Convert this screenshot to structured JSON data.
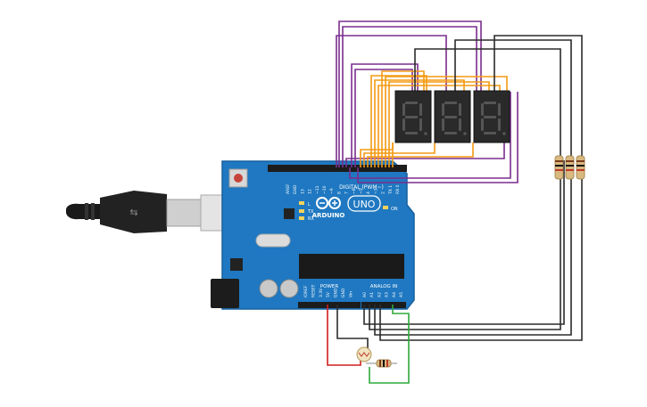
{
  "board": {
    "brand": "ARDUINO",
    "model": "UNO",
    "digital_label": "DIGITAL (PWM~)",
    "power_label": "POWER",
    "analog_label": "ANALOG IN",
    "on_label": "ON",
    "led_l": "L",
    "led_tx": "TX",
    "led_rx": "RX",
    "header_top_labels": [
      "AREF",
      "GND",
      "13",
      "12",
      "~11",
      "~10",
      "~9",
      "8",
      "7",
      "~6",
      "~5",
      "4",
      "~3",
      "2",
      "TX 1",
      "RX 0"
    ],
    "power_pins": [
      "IOREF",
      "RESET",
      "3.3V",
      "5V",
      "GND",
      "GND",
      "Vin"
    ],
    "analog_pins": [
      "A0",
      "A1",
      "A2",
      "A3",
      "A4",
      "A5"
    ]
  },
  "displays": [
    {
      "digit": "8"
    },
    {
      "digit": "8"
    },
    {
      "digit": "8"
    }
  ],
  "colors": {
    "board_blue": "#1f78c1",
    "board_edge": "#17609f",
    "wire_purple": "#7b2d8e",
    "wire_orange": "#f39a12",
    "wire_black": "#2b2b2b",
    "wire_red": "#d11f1f",
    "wire_green": "#2eaa3c",
    "display_body": "#2a2a2a",
    "segment_off": "#555555",
    "resistor_body": "#d9b97f"
  }
}
